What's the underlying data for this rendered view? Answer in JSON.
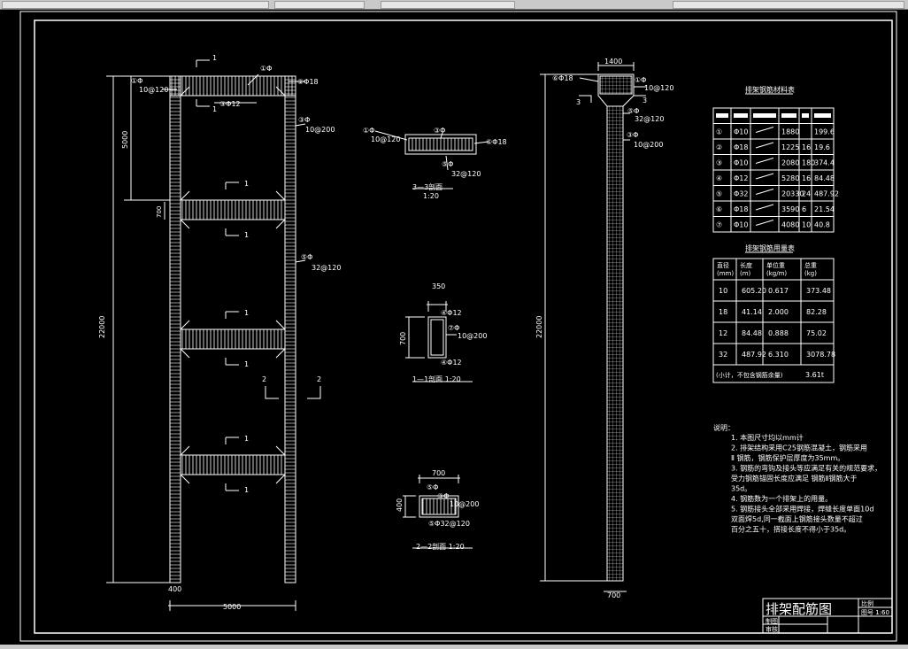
{
  "drawing": {
    "title": "排架配筋图",
    "frame": {
      "dim_width": "5000",
      "dim_height": "22000",
      "dim_top_span": "5000",
      "dim_col": "400",
      "dim_beam": "700",
      "cut1": "1",
      "cut2": "2",
      "leader_tl_1": "①Φ",
      "leader_tl_2": "10@120",
      "leader_top_mid": "①Φ",
      "leader_top_r": "②Φ18",
      "leader_top_under": "③Φ12",
      "leader_r1_a": "③Φ",
      "leader_r1_b": "10@200",
      "leader_r2_a": "⑤Φ",
      "leader_r2_b": "32@120"
    },
    "sec33": {
      "label": "3—3剖面",
      "scale": "1:20",
      "l1": "①Φ",
      "l2": "10@120",
      "l3": "③Φ",
      "l4": "⑥Φ18",
      "l5": "⑤Φ",
      "l6": "32@120"
    },
    "sec11": {
      "label": "1—1剖面   1:20",
      "w": "350",
      "h": "700",
      "l1": "④Φ12",
      "l2": "⑦Φ",
      "l3": "10@200",
      "l4": "④Φ12"
    },
    "sec22": {
      "label": "2—2剖面   1:20",
      "w": "700",
      "h": "400",
      "l1": "⑤Φ",
      "l2": "③Φ",
      "l3": "10@200",
      "l4": "⑤Φ32@120"
    },
    "side": {
      "width": "1400",
      "height": "22000",
      "bottom": "700",
      "l1": "⑥Φ18",
      "l2": "①Φ",
      "l3": "10@120",
      "l4": "⑤Φ",
      "l5": "32@120",
      "l6": "③Φ",
      "l7": "10@200",
      "cut": "3"
    },
    "table1": {
      "title": "排架钢筋材料表",
      "rows": [
        [
          "①",
          "Φ10",
          "",
          "1880",
          "",
          "199.6"
        ],
        [
          "②",
          "Φ18",
          "",
          "1225",
          "16",
          "19.6"
        ],
        [
          "③",
          "Φ10",
          "",
          "2080",
          "180",
          "374.4"
        ],
        [
          "④",
          "Φ12",
          "",
          "5280",
          "16",
          "84.48"
        ],
        [
          "⑤",
          "Φ32",
          "",
          "20330",
          "24",
          "487.92"
        ],
        [
          "⑥",
          "Φ18",
          "",
          "3590",
          "6",
          "21.54"
        ],
        [
          "⑦",
          "Φ10",
          "",
          "4080",
          "10",
          "40.8"
        ]
      ]
    },
    "table2": {
      "title": "排架钢筋用量表",
      "headers": [
        "直径(mm)",
        "长度(m)",
        "单位重(kg/m)",
        "总重(kg)"
      ],
      "rows": [
        [
          "10",
          "605.20",
          "0.617",
          "373.48"
        ],
        [
          "18",
          "41.14",
          "2.000",
          "82.28"
        ],
        [
          "12",
          "84.48",
          "0.888",
          "75.02"
        ],
        [
          "32",
          "487.92",
          "6.310",
          "3078.78"
        ]
      ],
      "total_label": "(小计，不包含钢筋余量)",
      "total_value": "3.61t"
    },
    "notes": {
      "heading": "说明：",
      "lines": [
        "1. 本图尺寸均以mm计",
        "2. 排架结构采用C25钢筋混凝土，钢筋采用",
        "   Ⅱ 钢筋，钢筋保护层厚度为35mm。",
        "3. 钢筋的弯钩及接头等应满足有关的规范要求，",
        "   受力钢筋锚固长度应满足  钢筋Ⅱ钢筋大于",
        "   35d。",
        "4. 钢筋数为一个排架上的用量。",
        "5. 钢筋接头全部采用焊接，焊缝长度单面10d",
        "   双面焊5d,同一截面上钢筋接头数量不超过",
        "   百分之五十，搭接长度不得小于35d。"
      ]
    },
    "titleblock": {
      "r1": "比例",
      "r2": "图号 1:60",
      "r3": "制图",
      "r4": "审核"
    }
  }
}
